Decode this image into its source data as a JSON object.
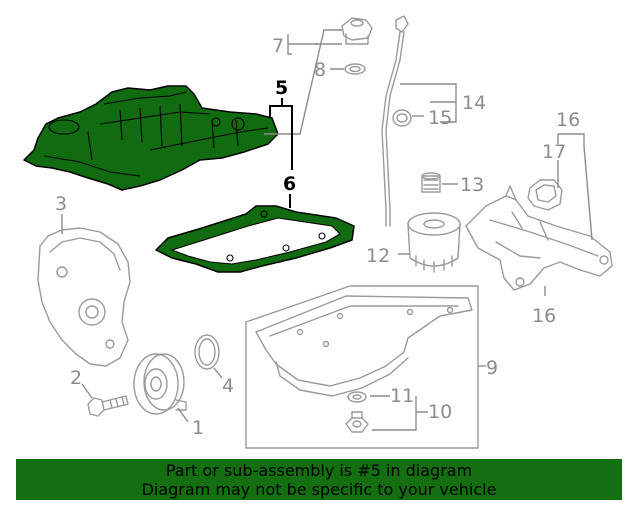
{
  "diagram": {
    "callouts": {
      "c1": "1",
      "c2": "2",
      "c3": "3",
      "c4": "4",
      "c5": "5",
      "c6": "6",
      "c7": "7",
      "c8": "8",
      "c9": "9",
      "c10": "10",
      "c11": "11",
      "c12": "12",
      "c13": "13",
      "c14": "14",
      "c15": "15",
      "c16a": "16",
      "c16b": "16",
      "c17": "17"
    },
    "highlight_part": "5",
    "highlight_color": "#116b11",
    "line_color": "#9a9a9a"
  },
  "banner": {
    "line1": "Part or sub-assembly is #5 in diagram",
    "line2": "Diagram may not be specific to your vehicle",
    "background": "#136f0f"
  }
}
